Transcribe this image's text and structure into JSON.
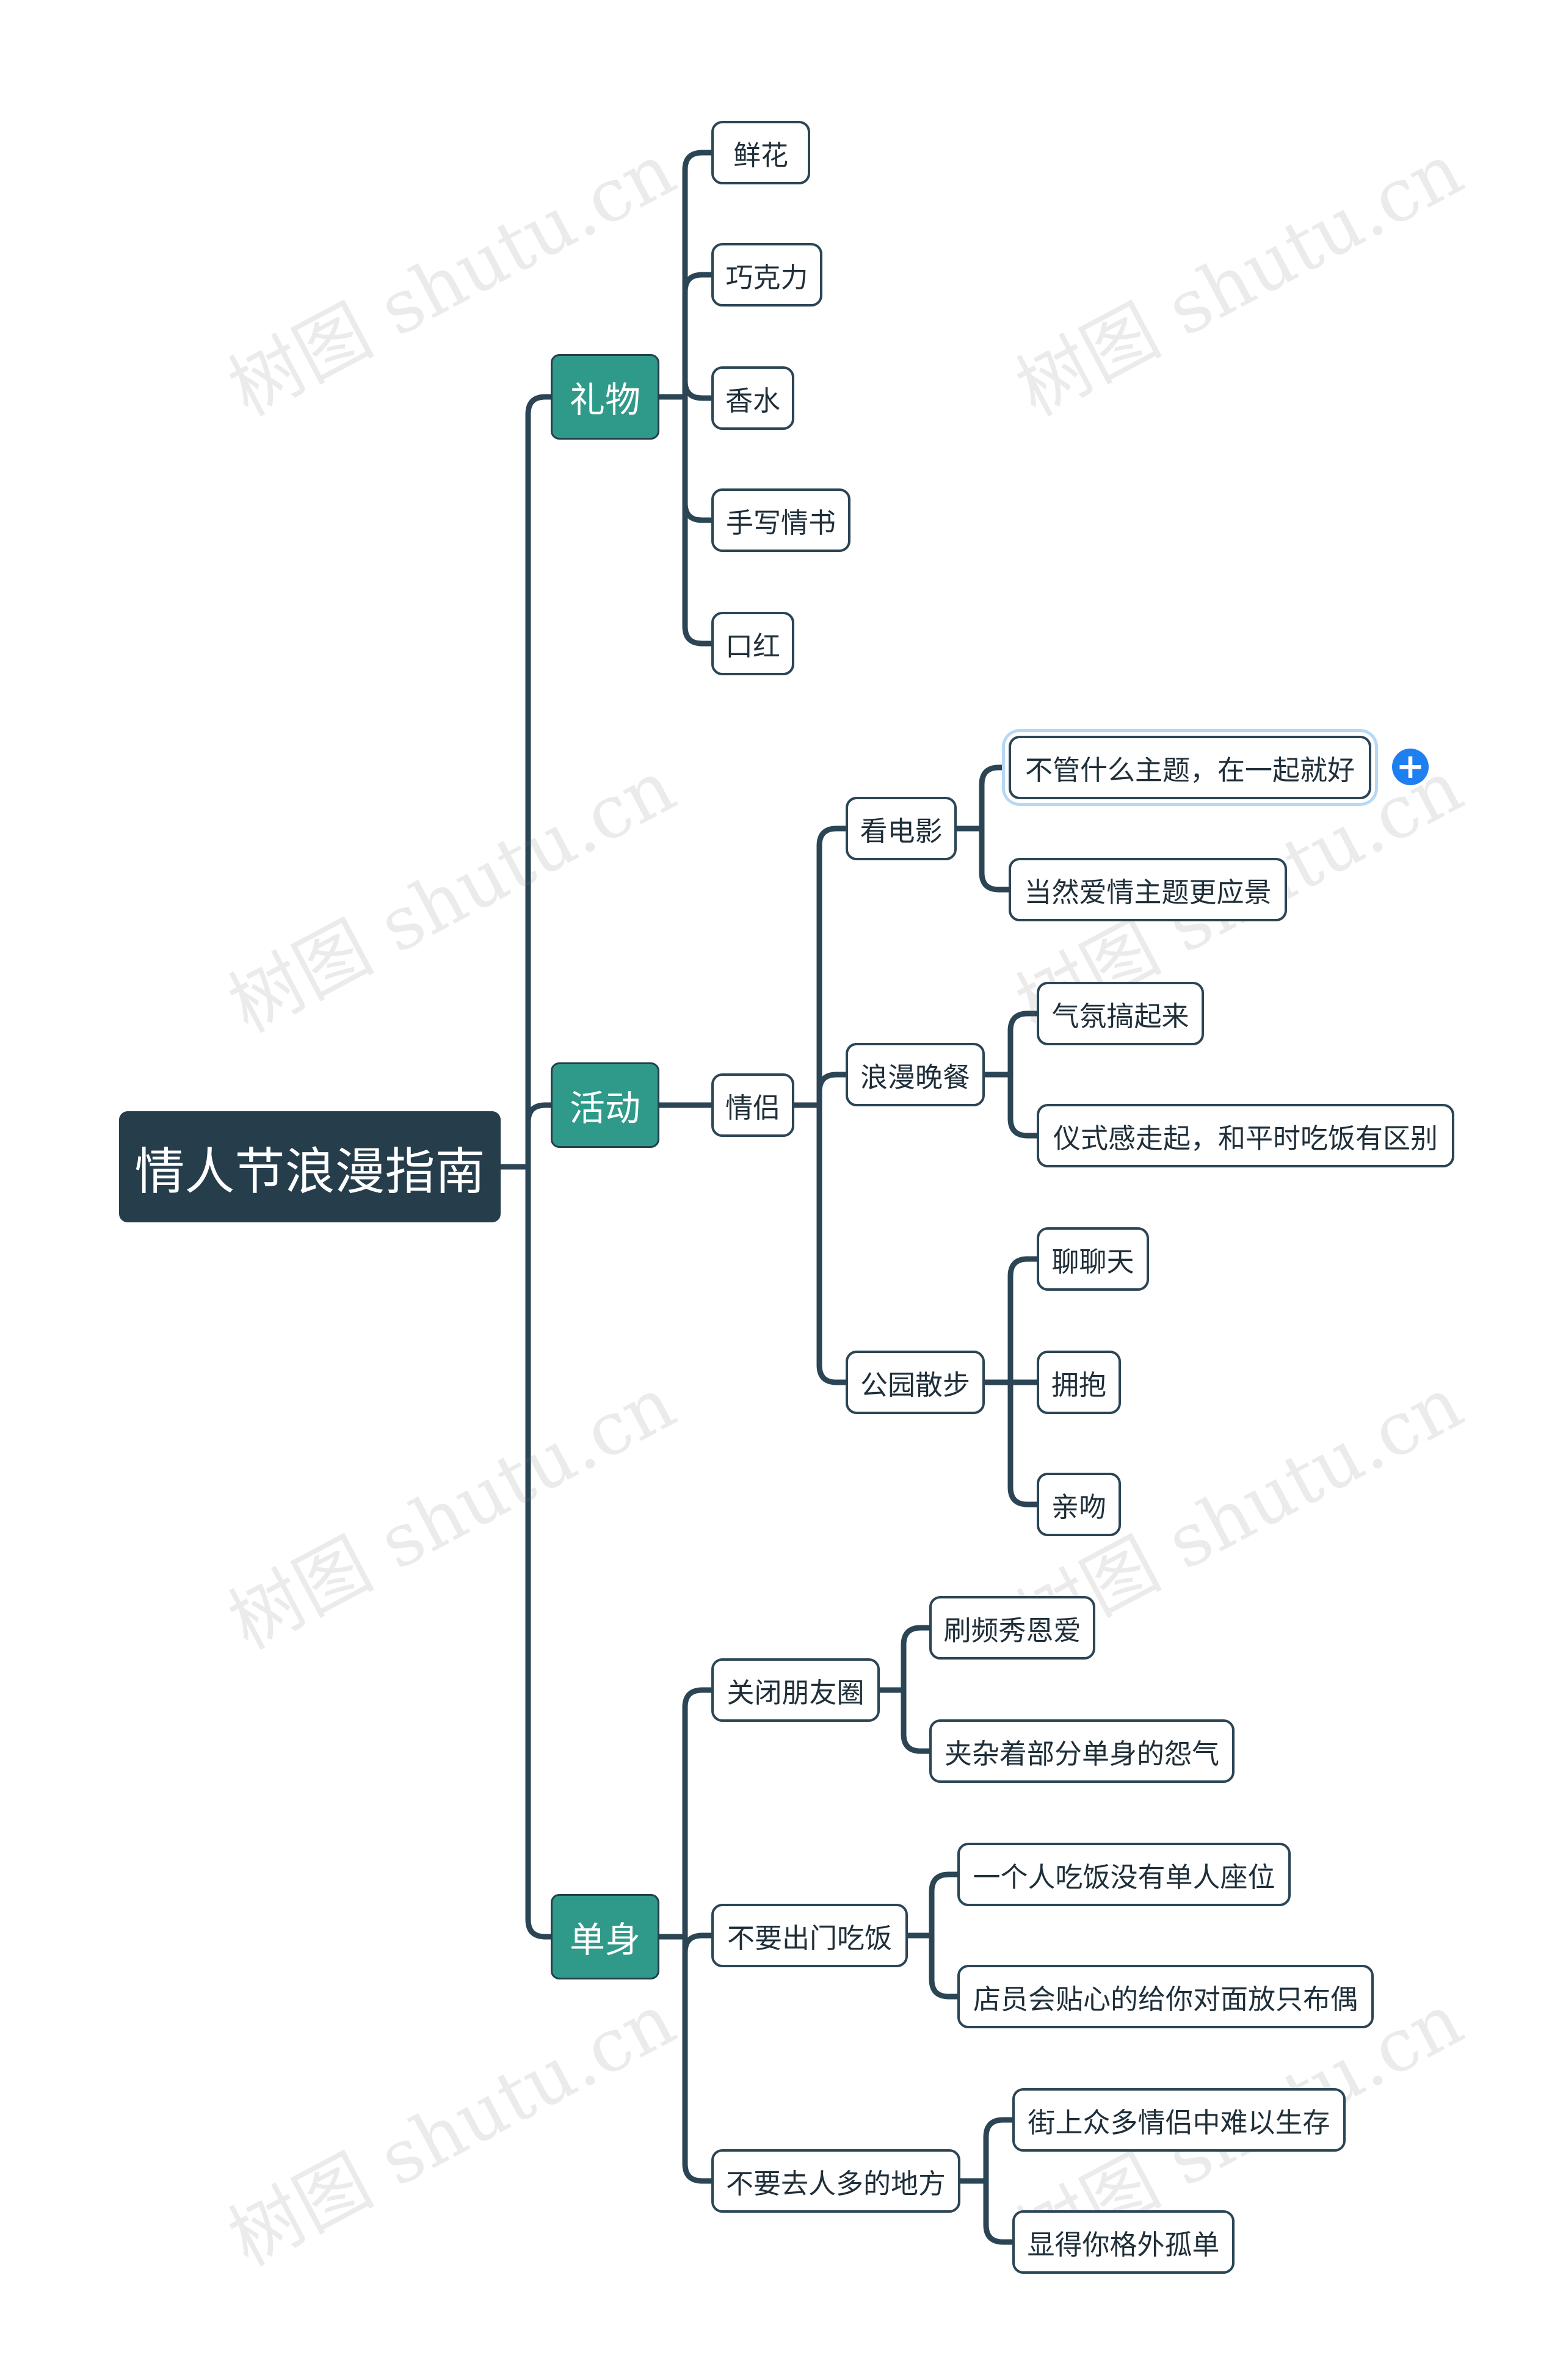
{
  "root": {
    "label": "情人节浪漫指南"
  },
  "branches": [
    {
      "id": "gift",
      "label": "礼物",
      "children": [
        {
          "label": "鲜花"
        },
        {
          "label": "巧克力"
        },
        {
          "label": "香水"
        },
        {
          "label": "手写情书"
        },
        {
          "label": "口红"
        }
      ]
    },
    {
      "id": "activity",
      "label": "活动",
      "children": [
        {
          "label": "情侣",
          "children": [
            {
              "label": "看电影",
              "children": [
                {
                  "label": "不管什么主题，在一起就好",
                  "selected": true
                },
                {
                  "label": "当然爱情主题更应景"
                }
              ]
            },
            {
              "label": "浪漫晚餐",
              "children": [
                {
                  "label": "气氛搞起来"
                },
                {
                  "label": "仪式感走起，和平时吃饭有区别"
                }
              ]
            },
            {
              "label": "公园散步",
              "children": [
                {
                  "label": "聊聊天"
                },
                {
                  "label": "拥抱"
                },
                {
                  "label": "亲吻"
                }
              ]
            }
          ]
        }
      ]
    },
    {
      "id": "single",
      "label": "单身",
      "children": [
        {
          "label": "关闭朋友圈",
          "children": [
            {
              "label": "刷频秀恩爱"
            },
            {
              "label": "夹杂着部分单身的怨气"
            }
          ]
        },
        {
          "label": "不要出门吃饭",
          "children": [
            {
              "label": "一个人吃饭没有单人座位"
            },
            {
              "label": "店员会贴心的给你对面放只布偶"
            }
          ]
        },
        {
          "label": "不要去人多的地方",
          "children": [
            {
              "label": "街上众多情侣中难以生存"
            },
            {
              "label": "显得你格外孤单"
            }
          ]
        }
      ]
    }
  ],
  "add_button": {
    "label": "+"
  },
  "watermark": "树图 shutu.cn",
  "colors": {
    "root": "#263d4c",
    "branch": "#2f9a89",
    "line": "#2b4555",
    "accent": "#1e7ff0"
  }
}
